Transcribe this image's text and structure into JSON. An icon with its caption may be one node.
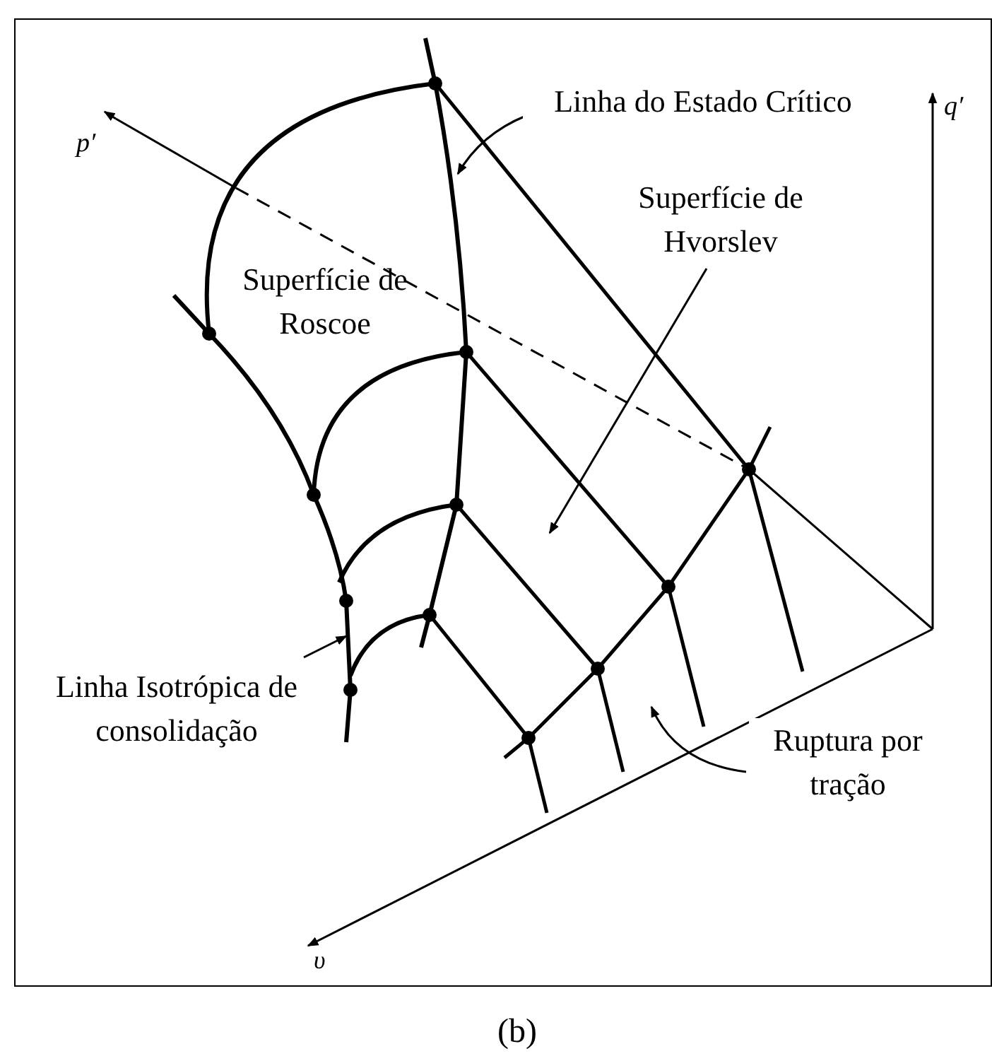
{
  "diagram": {
    "caption": "(b)",
    "nodes": [
      {
        "text": [
          "Linha do Estado Crítico"
        ]
      },
      {
        "text": [
          "Superfície de Hvorslev"
        ]
      },
      {
        "text": [
          "Linha Isotrópica de consolidação"
        ]
      },
      {
        "text": [
          "Ruptura por tração"
        ]
      }
    ],
    "edges": [
      {
        "from": 0,
        "to": null,
        "arrow": "to"
      },
      {
        "from": 1,
        "to": null,
        "arrow": "to"
      },
      {
        "from": 2,
        "to": null,
        "arrow": "to"
      },
      {
        "from": 3,
        "to": null,
        "arrow": "to"
      }
    ],
    "labels": [
      "p′",
      "q′",
      "Superfície de Roscoe",
      "υ"
    ]
  }
}
